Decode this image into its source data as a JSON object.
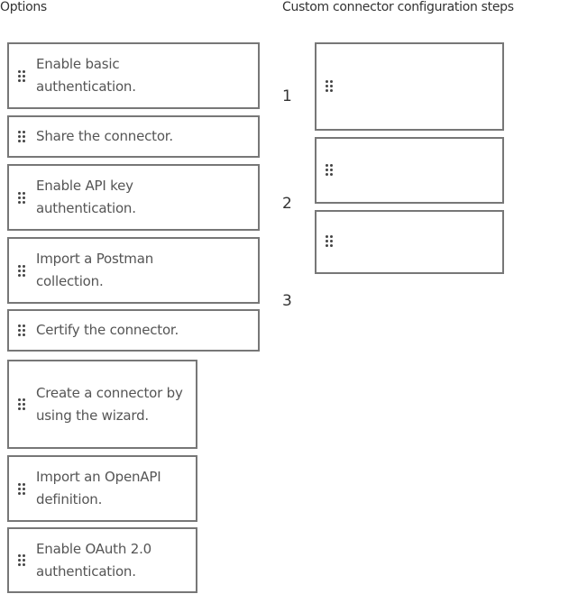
{
  "headers": {
    "options": "Options",
    "steps": "Custom connector configuration steps"
  },
  "options": [
    {
      "label": "Enable basic authentication."
    },
    {
      "label": "Share the connector."
    },
    {
      "label": "Enable API key authentication."
    },
    {
      "label": "Import a Postman collection."
    },
    {
      "label": "Certify the connector."
    },
    {
      "label": "Create a connector by using the wizard."
    },
    {
      "label": "Import an OpenAPI definition."
    },
    {
      "label": "Enable OAuth 2.0 authentication."
    }
  ],
  "steps": [
    {
      "number": "1"
    },
    {
      "number": "2"
    },
    {
      "number": "3"
    }
  ]
}
